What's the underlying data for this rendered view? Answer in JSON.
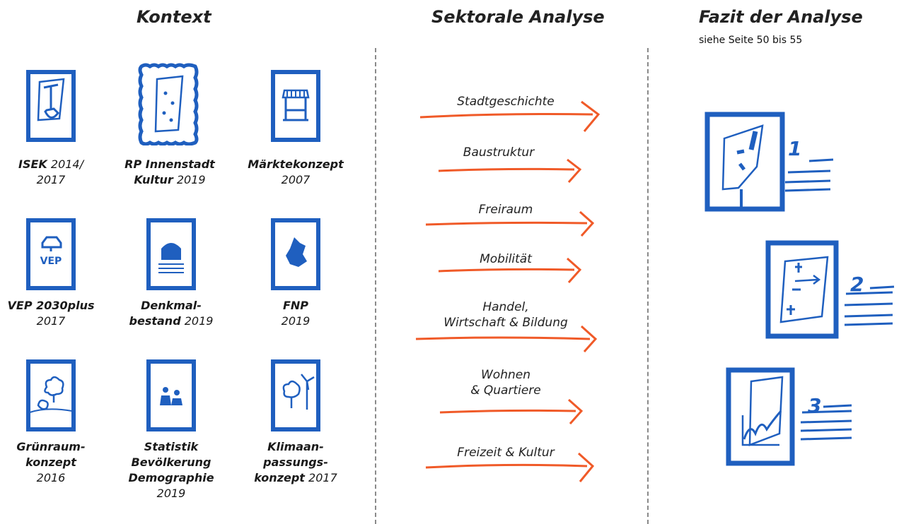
{
  "headers": {
    "kontext": "Kontext",
    "sektoral": "Sektorale Analyse",
    "fazit": "Fazit der Analyse",
    "fazit_sub": "siehe Seite 50 bis 55"
  },
  "kontext_items": [
    {
      "bold": "ISEK",
      "rest": " 2014/",
      "line2_bold": "",
      "line2_rest": "2017",
      "line3_bold": "",
      "line3_rest": "",
      "line4": "",
      "icon": "shovel-plan-icon"
    },
    {
      "bold": "RP Innenstadt",
      "rest": "",
      "line2_bold": "Kultur",
      "line2_rest": " 2019",
      "line3_bold": "",
      "line3_rest": "",
      "line4": "",
      "icon": "stamp-plan-icon"
    },
    {
      "bold": "Märktekonzept",
      "rest": "",
      "line2_bold": "",
      "line2_rest": "2007",
      "line3_bold": "",
      "line3_rest": "",
      "line4": "",
      "icon": "market-stall-icon"
    },
    {
      "bold": "VEP 2030plus",
      "rest": "",
      "line2_bold": "",
      "line2_rest": "2017",
      "line3_bold": "",
      "line3_rest": "",
      "line4": "",
      "icon": "car-vep-icon"
    },
    {
      "bold": "Denkmal-",
      "rest": "",
      "line2_bold": "bestand",
      "line2_rest": " 2019",
      "line3_bold": "",
      "line3_rest": "",
      "line4": "",
      "icon": "monument-icon"
    },
    {
      "bold": "FNP",
      "rest": "",
      "line2_bold": "",
      "line2_rest": "2019",
      "line3_bold": "",
      "line3_rest": "",
      "line4": "",
      "icon": "city-map-icon"
    },
    {
      "bold": "Grünraum-",
      "rest": "",
      "line2_bold": "konzept",
      "line2_rest": "",
      "line3_bold": "",
      "line3_rest": "2016",
      "line4": "",
      "icon": "trees-icon"
    },
    {
      "bold": "Statistik",
      "rest": "",
      "line2_bold": "Bevölkerung",
      "line2_rest": "",
      "line3_bold": "Demographie",
      "line3_rest": "",
      "line4": "2019",
      "icon": "people-icon"
    },
    {
      "bold": "Klimaan-",
      "rest": "",
      "line2_bold": "passungs-",
      "line2_rest": "",
      "line3_bold": "konzept",
      "line3_rest": " 2017",
      "line4": "",
      "icon": "windmill-tree-icon"
    }
  ],
  "sektoral_items": [
    {
      "line1": "Stadtgeschichte",
      "line2": ""
    },
    {
      "line1": "Baustruktur",
      "line2": ""
    },
    {
      "line1": "Freiraum",
      "line2": ""
    },
    {
      "line1": "Mobilität",
      "line2": ""
    },
    {
      "line1": "Handel,",
      "line2": "Wirtschaft & Bildung"
    },
    {
      "line1": "Wohnen",
      "line2": "& Quartiere"
    },
    {
      "line1": "Freizeit & Kultur",
      "line2": ""
    }
  ],
  "fazit_items": [
    {
      "number": "1"
    },
    {
      "number": "2"
    },
    {
      "number": "3"
    }
  ],
  "colors": {
    "blue": "#1f5fbf",
    "orange": "#f05a28",
    "divider": "#8a8a8a"
  }
}
